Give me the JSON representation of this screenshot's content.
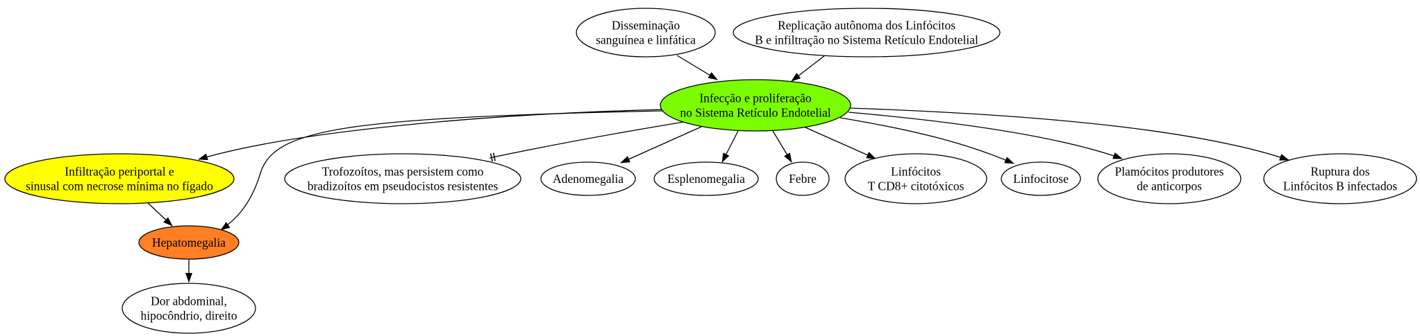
{
  "nodes": [
    {
      "id": "dissem",
      "name": "node-disseminacao",
      "lines": [
        "Disseminação",
        "sanguínea e linfática"
      ],
      "fill": "#ffffff"
    },
    {
      "id": "replic",
      "name": "node-replicacao",
      "lines": [
        "Replicação autônoma dos Linfócitos",
        "B e infiltração no Sistema Retículo Endotelial"
      ],
      "fill": "#ffffff"
    },
    {
      "id": "infec",
      "name": "node-infeccao",
      "lines": [
        "Infecção e proliferação",
        "no Sistema Retículo Endotelial"
      ],
      "fill": "#7cfc00"
    },
    {
      "id": "infil",
      "name": "node-infiltracao",
      "lines": [
        "Infiltração periportal e",
        "sinusal com necrose mínima no fígado"
      ],
      "fill": "#ffff00"
    },
    {
      "id": "trofo",
      "name": "node-trofozoitos",
      "lines": [
        "Trofozoítos, mas persistem como",
        "bradizoítos em pseudocistos resistentes"
      ],
      "fill": "#ffffff"
    },
    {
      "id": "adeno",
      "name": "node-adenomegalia",
      "lines": [
        "Adenomegalia"
      ],
      "fill": "#ffffff"
    },
    {
      "id": "esple",
      "name": "node-esplenomegalia",
      "lines": [
        "Esplenomegalia"
      ],
      "fill": "#ffffff"
    },
    {
      "id": "febre",
      "name": "node-febre",
      "lines": [
        "Febre"
      ],
      "fill": "#ffffff"
    },
    {
      "id": "linfT",
      "name": "node-linfocitos-t",
      "lines": [
        "Linfócitos",
        "T CD8+ citotóxicos"
      ],
      "fill": "#ffffff"
    },
    {
      "id": "linfo",
      "name": "node-linfocitose",
      "lines": [
        "Linfocitose"
      ],
      "fill": "#ffffff"
    },
    {
      "id": "plasm",
      "name": "node-plasmocitos",
      "lines": [
        "Plamócitos produtores",
        "de anticorpos"
      ],
      "fill": "#ffffff"
    },
    {
      "id": "ruptura",
      "name": "node-ruptura",
      "lines": [
        "Ruptura dos",
        "Linfócitos B infectados"
      ],
      "fill": "#ffffff"
    },
    {
      "id": "hepato",
      "name": "node-hepatomegalia",
      "lines": [
        "Hepatomegalia"
      ],
      "fill": "#ff7f24"
    },
    {
      "id": "dor",
      "name": "node-dor-abdominal",
      "lines": [
        "Dor abdominal,",
        "hipocôndrio, direito"
      ],
      "fill": "#ffffff"
    }
  ],
  "edges": [
    {
      "from": "dissem",
      "to": "infec"
    },
    {
      "from": "replic",
      "to": "infec"
    },
    {
      "from": "infec",
      "to": "infil"
    },
    {
      "from": "infec",
      "to": "hepato"
    },
    {
      "from": "infec",
      "to": "trofo"
    },
    {
      "from": "infec",
      "to": "adeno"
    },
    {
      "from": "infec",
      "to": "esple"
    },
    {
      "from": "infec",
      "to": "febre"
    },
    {
      "from": "infec",
      "to": "linfT"
    },
    {
      "from": "infec",
      "to": "linfo"
    },
    {
      "from": "infec",
      "to": "plasm"
    },
    {
      "from": "infec",
      "to": "ruptura"
    },
    {
      "from": "infil",
      "to": "hepato"
    },
    {
      "from": "hepato",
      "to": "dor"
    }
  ]
}
